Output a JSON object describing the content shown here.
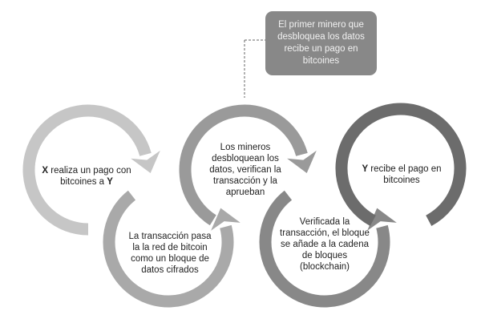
{
  "callout": {
    "text": "El primer minero que desbloquea los datos recibe un pago en bitcoines"
  },
  "steps": [
    {
      "bold_start": "X",
      "text": " realiza un pago con bitcoines a ",
      "bold_end": "Y",
      "color": "#c6c6c6"
    },
    {
      "text": "La transacción pasa la la red de bitcoin como un bloque de datos cifrados",
      "color": "#a9a9a9"
    },
    {
      "text": "Los mineros desbloquean los datos, verifican la transacción y la aprueban",
      "color": "#9a9a9a"
    },
    {
      "text": "Verificada la transacción, el bloque se añade a la cadena de bloques (blockchain)",
      "color": "#888888"
    },
    {
      "bold_start": "Y",
      "text": " recibe el pago en bitcoines",
      "color": "#6c6c6c"
    }
  ]
}
